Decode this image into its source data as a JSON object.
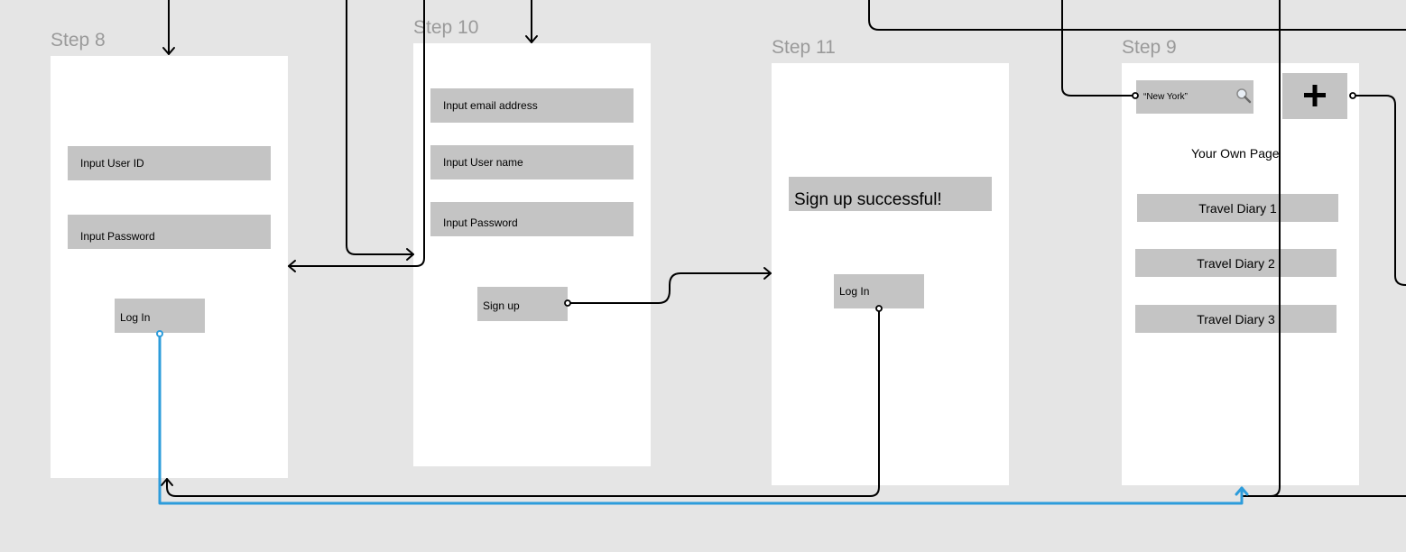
{
  "frames": {
    "step8": {
      "label": "Step 8",
      "user_id_field": "Input User ID",
      "password_field": "Input Password",
      "login_button": "Log In"
    },
    "step10": {
      "label": "Step 10",
      "email_field": "Input email address",
      "username_field": "Input User name",
      "password_field": "Input Password",
      "signup_button": "Sign up"
    },
    "step11": {
      "label": "Step 11",
      "success_message": "Sign up successful!",
      "login_button": "Log In"
    },
    "step9": {
      "label": "Step 9",
      "search_value": "“New York”",
      "search_icon": "magnifier-icon",
      "add_icon": "plus-icon",
      "page_title": "Your Own Page",
      "diaries": [
        "Travel Diary 1",
        "Travel Diary 2",
        "Travel Diary 3"
      ]
    }
  },
  "colors": {
    "canvas": "#e5e5e5",
    "frame": "#ffffff",
    "placeholder": "#c4c4c4",
    "connector": "#000000",
    "selected_connector": "#2d9cdb",
    "label": "#9a9a9a"
  }
}
